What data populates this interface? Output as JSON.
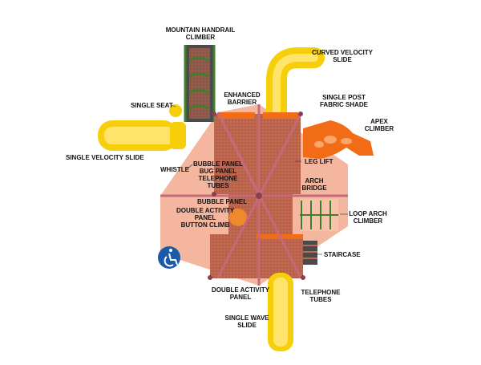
{
  "colors": {
    "shade": "#f3a98e",
    "deck": "#c0674f",
    "slide_yellow": "#f6cf0a",
    "slide_orange": "#f26b16",
    "post": "#c7697a",
    "climber_green": "#3f7f2c",
    "access_badge": "#1b5aa6"
  },
  "labels": {
    "mountain_handrail": [
      "MOUNTAIN HANDRAIL",
      "CLIMBER"
    ],
    "curved_velocity": [
      "CURVED VELOCITY",
      "SLIDE"
    ],
    "enhanced_barrier": [
      "ENHANCED",
      "BARRIER"
    ],
    "single_post_shade": [
      "SINGLE POST",
      "FABRIC SHADE"
    ],
    "single_seat": [
      "SINGLE SEAT"
    ],
    "apex_climber": [
      "APEX",
      "CLIMBER"
    ],
    "single_velocity": [
      "SINGLE VELOCITY SLIDE"
    ],
    "whistle": [
      "WHISTLE"
    ],
    "bubble_bug_tele": [
      "BUBBLE PANEL",
      "BUG PANEL",
      "TELEPHONE",
      "TUBES"
    ],
    "leg_lift": [
      "LEG LIFT"
    ],
    "arch_bridge": [
      "ARCH",
      "BRIDGE"
    ],
    "bubble_panel": [
      "BUBBLE PANEL"
    ],
    "double_activity_button": [
      "DOUBLE ACTIVITY",
      "PANEL",
      "BUTTON CLIMB"
    ],
    "loop_arch": [
      "LOOP ARCH",
      "CLIMBER"
    ],
    "staircase": [
      "STAIRCASE"
    ],
    "double_activity_bottom": [
      "DOUBLE ACTIVITY",
      "PANEL"
    ],
    "telephone_tubes": [
      "TELEPHONE",
      "TUBES"
    ],
    "single_wave": [
      "SINGLE WAVE",
      "SLIDE"
    ]
  },
  "icons": {
    "accessibility": "wheelchair-accessible-icon"
  }
}
